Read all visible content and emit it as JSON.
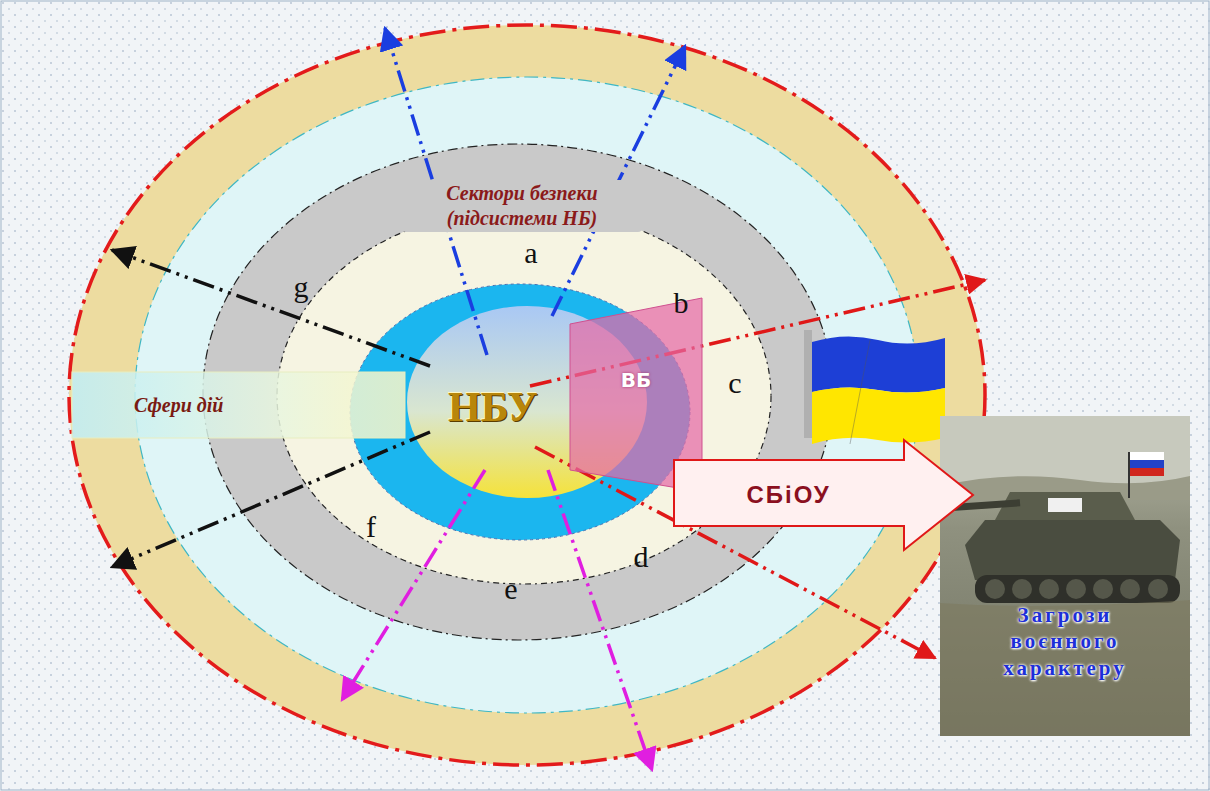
{
  "diagram": {
    "nodes": [
      {
        "text": [
          "Сфери дій"
        ]
      },
      {
        "text": [
          "НБУ"
        ]
      },
      {
        "text": [
          "ВБ"
        ]
      },
      {
        "text": [
          "СБіОУ"
        ]
      },
      {
        "text": [
          "Загрози воєнного характеру"
        ]
      }
    ],
    "labels": [
      "Сектори безпеки (підсистеми НБ)",
      "a",
      "b",
      "c",
      "d",
      "e",
      "f",
      "g"
    ]
  }
}
